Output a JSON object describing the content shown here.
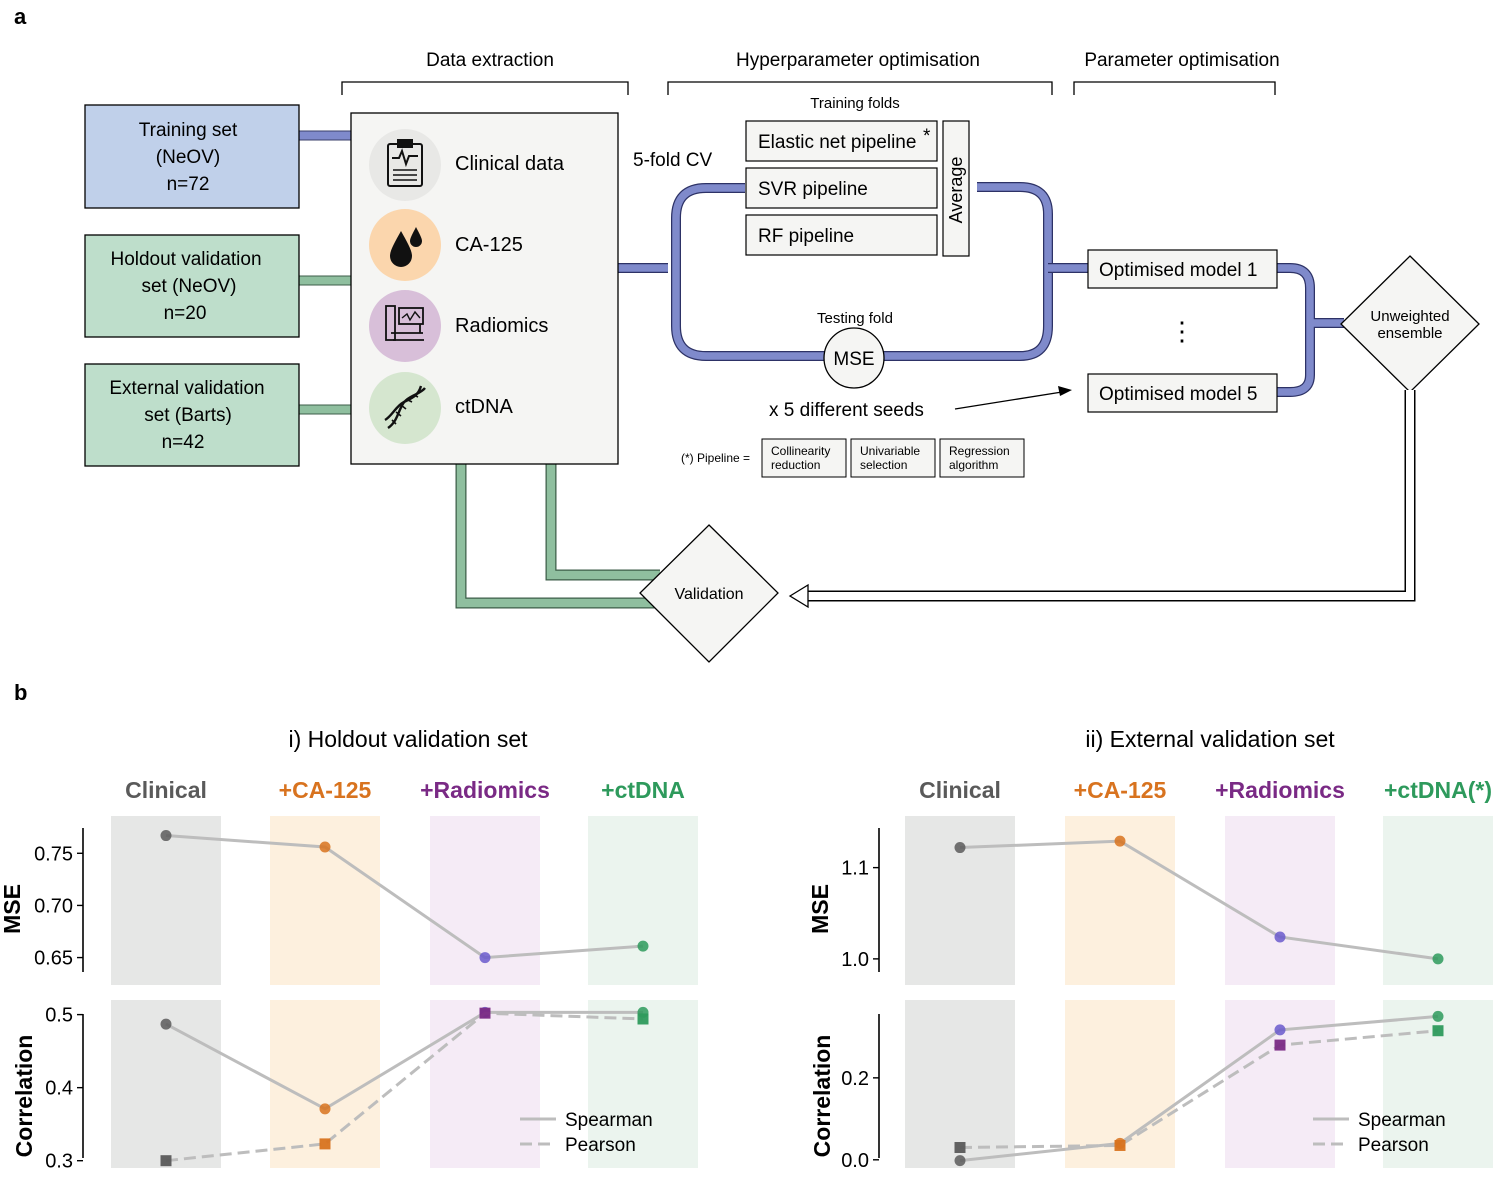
{
  "panel_a": {
    "label": "a",
    "headers": {
      "data_extraction": "Data extraction",
      "hyperparameter": "Hyperparameter optimisation",
      "parameter": "Parameter optimisation"
    },
    "sets": {
      "training": {
        "lines": [
          "Training set",
          "(NeOV)",
          "n=72"
        ],
        "color": "#c0d0ea"
      },
      "holdout": {
        "lines": [
          "Holdout validation",
          "set (NeOV)",
          "n=20"
        ],
        "color": "#bedecb"
      },
      "external": {
        "lines": [
          "External validation",
          "set (Barts)",
          "n=42"
        ],
        "color": "#bedecb"
      }
    },
    "data_types": {
      "clinical": "Clinical data",
      "ca125": "CA-125",
      "radiomics": "Radiomics",
      "ctdna": "ctDNA"
    },
    "icon_colors": {
      "clinical": "#e8e8e6",
      "ca125": "#fbd6ad",
      "radiomics": "#d8bfd9",
      "ctdna": "#d5e6cf"
    },
    "cv_label": "5-fold CV",
    "training_folds": "Training folds",
    "pipelines": {
      "elastic": "Elastic net pipeline",
      "svr": "SVR pipeline",
      "rf": "RF pipeline",
      "asterisk": "*"
    },
    "average": "Average",
    "testing_fold": "Testing fold",
    "mse": "MSE",
    "seeds": "x 5 different seeds",
    "models": {
      "model1": "Optimised model 1",
      "model5": "Optimised model 5",
      "dots": "⋮"
    },
    "ensemble": [
      "Unweighted",
      "ensemble"
    ],
    "validation": "Validation",
    "pipeline_def": {
      "prefix": "(*) Pipeline =",
      "steps": [
        [
          "Collinearity",
          "reduction"
        ],
        [
          "Univariable",
          "selection"
        ],
        [
          "Regression",
          "algorithm"
        ]
      ]
    },
    "flow_colors": {
      "blue": "#7f8acb",
      "green": "#8fbf9f"
    }
  },
  "panel_b": {
    "label": "b",
    "legend": {
      "spearman": "Spearman",
      "pearson": "Pearson"
    },
    "category_colors": [
      "#5a5a5a",
      "#d8731f",
      "#7a2a85",
      "#2e9a5c"
    ],
    "band_colors": [
      "#e6e7e6",
      "#fdf0de",
      "#f5ebf6",
      "#ebf4ee"
    ]
  },
  "chart_data": [
    {
      "type": "line",
      "title": "i) Holdout validation set",
      "categories": [
        "Clinical",
        "+CA-125",
        "+Radiomics",
        "+ctDNA"
      ],
      "mse": {
        "ylabel": "MSE",
        "ylim": [
          0.64,
          0.78
        ],
        "ticks": [
          "0.75",
          "0.70",
          "0.65"
        ],
        "tick_values": [
          0.75,
          0.7,
          0.65
        ],
        "values": [
          0.767,
          0.756,
          0.65,
          0.661
        ]
      },
      "correlation": {
        "ylabel": "Correlation",
        "ylim": [
          0.29,
          0.52
        ],
        "ticks": [
          "0.5",
          "0.4",
          "0.3"
        ],
        "tick_values": [
          0.5,
          0.4,
          0.3
        ],
        "series": [
          {
            "name": "Spearman",
            "values": [
              0.487,
              0.371,
              0.503,
              0.503
            ]
          },
          {
            "name": "Pearson",
            "values": [
              0.3,
              0.323,
              0.502,
              0.494
            ]
          }
        ]
      }
    },
    {
      "type": "line",
      "title": "ii) External validation set",
      "categories": [
        "Clinical",
        "+CA-125",
        "+Radiomics",
        "+ctDNA(*)"
      ],
      "mse": {
        "ylabel": "MSE",
        "ylim": [
          0.99,
          1.15
        ],
        "ticks": [
          "1.1",
          "1.0"
        ],
        "tick_values": [
          1.1,
          1.0
        ],
        "values": [
          1.122,
          1.129,
          1.024,
          1.0
        ]
      },
      "correlation": {
        "ylabel": "Correlation",
        "ylim": [
          -0.02,
          0.39
        ],
        "ticks": [
          "0.2",
          "0.0"
        ],
        "tick_values": [
          0.2,
          0.0
        ],
        "series": [
          {
            "name": "Spearman",
            "values": [
              -0.002,
              0.04,
              0.317,
              0.35
            ]
          },
          {
            "name": "Pearson",
            "values": [
              0.03,
              0.035,
              0.28,
              0.315
            ]
          }
        ]
      }
    }
  ]
}
